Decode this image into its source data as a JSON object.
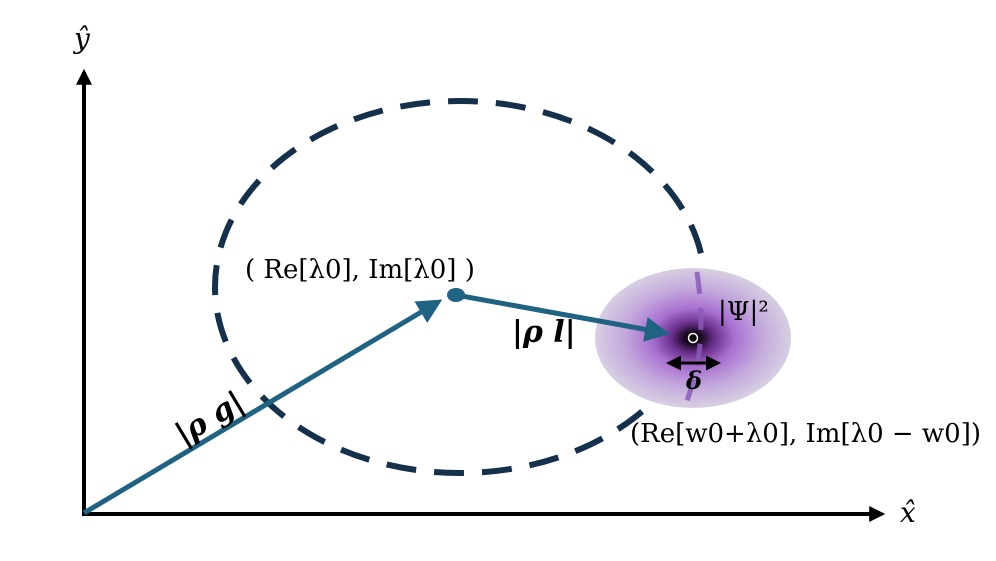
{
  "axes": {
    "x_label": "x̂",
    "y_label": "ŷ"
  },
  "labels": {
    "rho_g": "|ρ g|",
    "rho_l": "|ρ l|",
    "lambda0_point": "( Re[λ0], Im[λ0] )",
    "psi_sq": "|Ψ|²",
    "delta": "δ",
    "target_point": "(Re[w0+λ0], Im[λ0 − w0])"
  },
  "colors": {
    "axis": "#000000",
    "vector": "#1f6282",
    "ring": "#15304a",
    "blob_outer": "#d7cfe2",
    "blob_mid": "#a86fd0",
    "blob_core": "#1b0a24",
    "vortex_line": "#8a5ab8"
  }
}
